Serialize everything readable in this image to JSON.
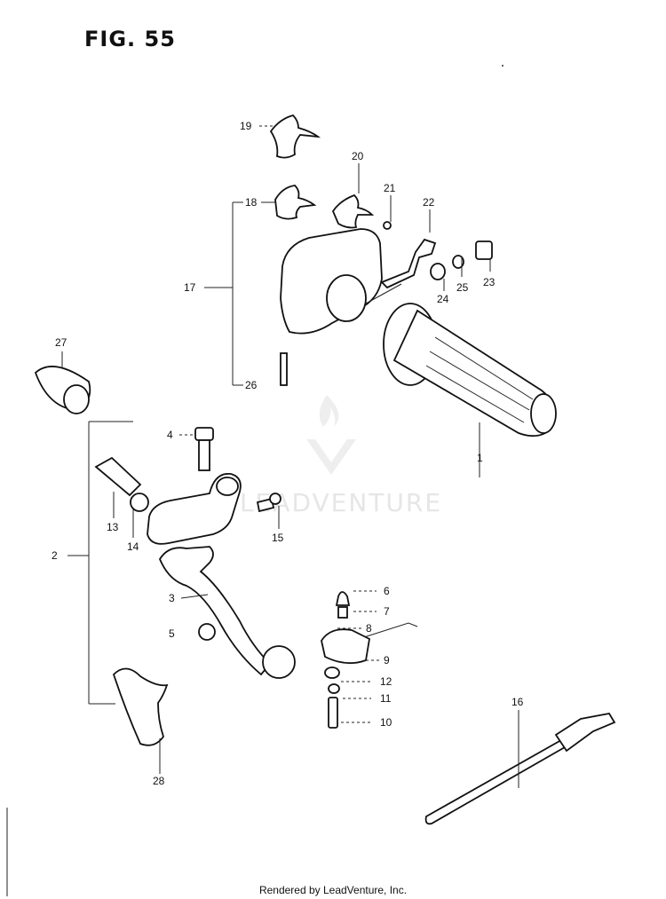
{
  "figure": {
    "title": "FIG. 55",
    "footer": "Rendered by LeadVenture, Inc.",
    "watermark": "LEADVENTURE"
  },
  "callouts": [
    "1",
    "2",
    "3",
    "4",
    "5",
    "6",
    "7",
    "8",
    "9",
    "10",
    "11",
    "12",
    "13",
    "14",
    "15",
    "16",
    "17",
    "18",
    "19",
    "20",
    "21",
    "22",
    "23",
    "24",
    "25",
    "26",
    "27",
    "28"
  ]
}
